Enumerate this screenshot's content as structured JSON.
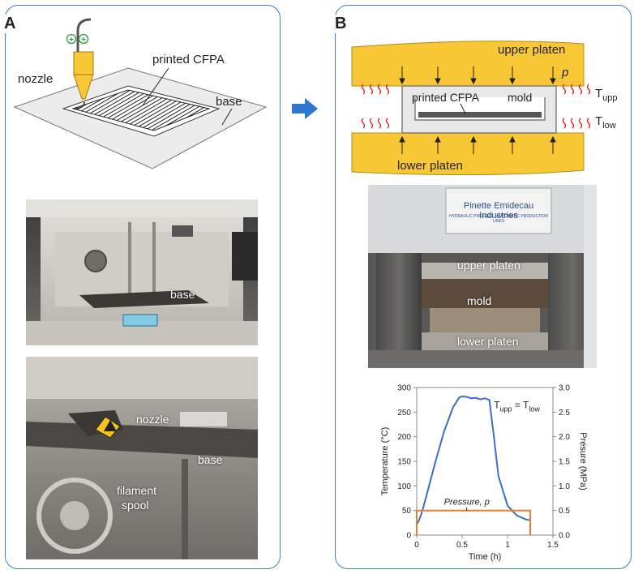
{
  "panel_a": {
    "letter": "A",
    "schematic": {
      "nozzle_label": "nozzle",
      "printed_label": "printed CFPA",
      "base_label": "base",
      "plus_symbol": "+"
    },
    "photo_printer": {
      "base_label": "base"
    },
    "photo_closeup": {
      "nozzle_label": "nozzle",
      "base_label": "base",
      "filament_label_line1": "filament",
      "filament_label_line2": "spool"
    }
  },
  "panel_b": {
    "letter": "B",
    "schematic": {
      "upper_platen_label": "upper platen",
      "lower_platen_label": "lower platen",
      "pressure_label": "p",
      "printed_label": "printed CFPA",
      "mold_label": "mold",
      "t_upp_main": "T",
      "t_upp_sub": "upp",
      "t_low_main": "T",
      "t_low_sub": "low"
    },
    "photo_press": {
      "brand_line1": "Pinette Emidecau Industries",
      "brand_line2": "HYDRAULIC PRESSES · AUTOMATIC PRODUCTION LINES",
      "upper_platen_label": "upper platen",
      "mold_label": "mold",
      "lower_platen_label": "lower platen"
    }
  },
  "colors": {
    "panel_border": "#3f7fc4",
    "platen_fill": "#f7c735",
    "temperature_line": "#3a70c7",
    "pressure_line": "#ef7d2d",
    "heat_waves": "#e02020",
    "arrow": "#2e77d0"
  },
  "chart_data": {
    "type": "line",
    "xlabel": "Time (h)",
    "ylabel_left": "Temperature (°C)",
    "ylabel_right": "Presure (MPa)",
    "xlim": [
      0,
      1.5
    ],
    "ylim_left": [
      0,
      300
    ],
    "ylim_right": [
      0,
      3.0
    ],
    "x_ticks": [
      "0",
      "0.5",
      "1",
      "1.5"
    ],
    "y_left_ticks": [
      "0",
      "50",
      "100",
      "150",
      "200",
      "250",
      "300"
    ],
    "y_right_ticks": [
      "0.0",
      "0.5",
      "1.0",
      "1.5",
      "2.0",
      "2.5",
      "3.0"
    ],
    "grid": false,
    "annotations": {
      "temperature_main": "T",
      "temperature_sub1": "upp",
      "equals": "=",
      "temperature_main2": "T",
      "temperature_sub2": "low",
      "pressure_label": "Pressure, p"
    },
    "series": [
      {
        "axis": "left",
        "x": [
          0.0,
          0.02,
          0.05,
          0.1,
          0.2,
          0.3,
          0.4,
          0.47,
          0.5,
          0.55,
          0.6,
          0.65,
          0.7,
          0.75,
          0.8,
          0.85,
          0.9,
          1.0,
          1.1,
          1.2,
          1.25
        ],
        "y": [
          22,
          28,
          42,
          75,
          145,
          210,
          260,
          280,
          282,
          281,
          278,
          279,
          276,
          278,
          275,
          200,
          120,
          60,
          40,
          32,
          30
        ]
      },
      {
        "axis": "right",
        "x": [
          0.0,
          0.0,
          1.25,
          1.25
        ],
        "y": [
          0.0,
          0.5,
          0.5,
          0.0
        ]
      }
    ]
  }
}
